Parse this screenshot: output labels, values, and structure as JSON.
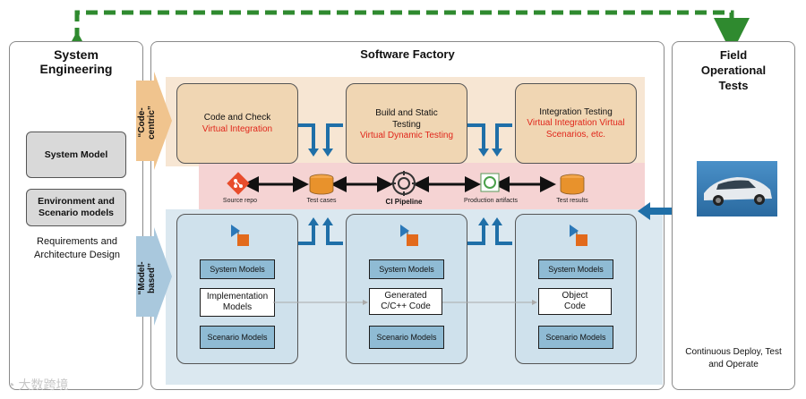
{
  "panels": {
    "system_engineering": {
      "title": "System Engineering",
      "system_model": "System Model",
      "env_models": "Environment and Scenario models",
      "req": "Requirements and Architecture Design"
    },
    "software_factory": {
      "title": "Software Factory",
      "code_centric_label": "“Code-centric”",
      "model_based_label": "“Model-based”"
    },
    "field_tests": {
      "title": "Field Operational Tests",
      "caption": "Continuous Deploy, Test and Operate"
    }
  },
  "code_boxes": [
    {
      "title": "Code and Check",
      "red": "Virtual Integration"
    },
    {
      "title": "Build and Static Testing",
      "red": "Virtual Dynamic Testing"
    },
    {
      "title": "Integration Testing",
      "red": "Virtual Integration Virtual Scenarios, etc."
    }
  ],
  "pipeline": {
    "source_repo": "Source repo",
    "test_cases": "Test cases",
    "ci_pipeline": "CI Pipeline",
    "production_artifacts": "Production artifacts",
    "test_results": "Test results"
  },
  "model_boxes": [
    {
      "top": "System Models",
      "middle": "Implementation Models",
      "bottom": "Scenario Models"
    },
    {
      "top": "System Models",
      "middle": "Generated C/C++ Code",
      "bottom": "Scenario Models"
    },
    {
      "top": "System Models",
      "middle": "Object Code",
      "bottom": "Scenario Models"
    }
  ],
  "watermark": "大数跨境",
  "colors": {
    "feedback_arrow": "#2f8a2f",
    "blue_arrow": "#1f6fa8",
    "code_band": "#f7e6d3",
    "code_box": "#f0d6b3",
    "pipeline_band": "#f5d3d3",
    "model_band": "#dbe8f0",
    "model_box": "#cfe1ec",
    "accent_red": "#e0261b"
  }
}
